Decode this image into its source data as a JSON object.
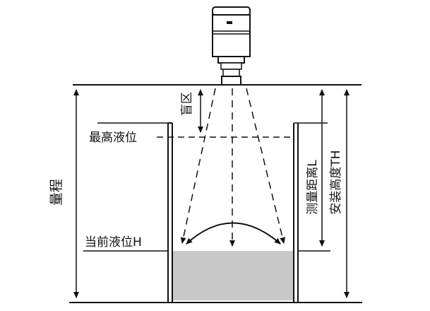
{
  "labels": {
    "blind_zone": "盲区",
    "max_level": "最高液位",
    "measuring_range": "量程",
    "current_level": "当前液位H",
    "measured_distance": "测量距离L",
    "install_height": "安装高度TH"
  },
  "colors": {
    "line": "#111111",
    "liquid": "#c8c8c8",
    "sensor_body": "#ffffff"
  },
  "icons": {
    "sensor": "radar-level-sensor-icon"
  }
}
